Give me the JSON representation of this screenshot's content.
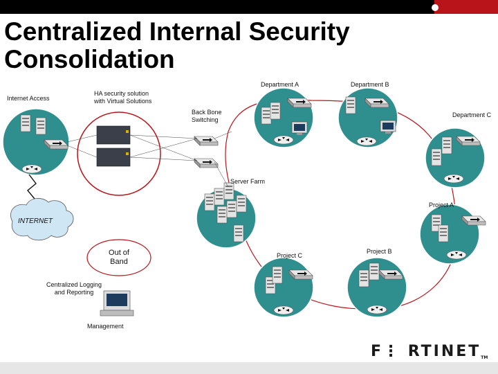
{
  "title": "Centralized Internal Security\nConsolidation",
  "labels": {
    "internet_access": "Internet Access",
    "ha_solution": "HA security solution\nwith Virtual Solutions",
    "backbone": "Back Bone\nSwitching",
    "dept_a": "Department A",
    "dept_b": "Department B",
    "dept_c": "Department C",
    "server_farm": "Server Farm",
    "project_a": "Project A",
    "project_b": "Project B",
    "project_c": "Project C",
    "internet": "INTERNET",
    "out_of_band": "Out of\nBand",
    "logging": "Centralized Logging\nand Reporting",
    "management": "Management"
  },
  "logo": {
    "text": "F⋮ RTINET",
    "tm": "TM"
  },
  "colors": {
    "accent": "#b8141a",
    "node_fill": "#2f8f8f",
    "cloud": "#cfe6f5",
    "ring_line": "#b8141a"
  }
}
